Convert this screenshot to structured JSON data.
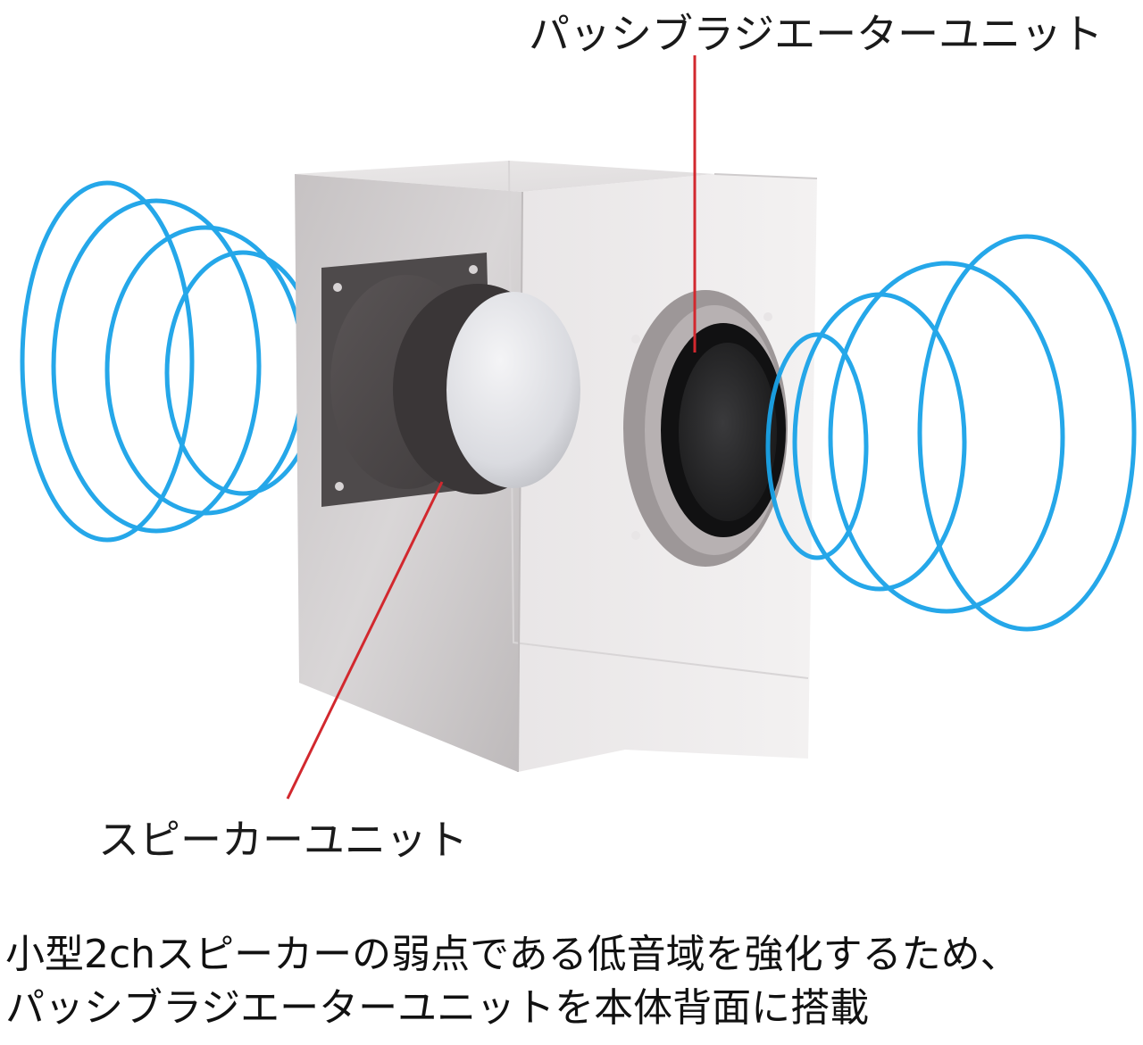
{
  "labels": {
    "passive_radiator": "パッシブラジエーターユニット",
    "speaker_unit": "スピーカーユニット"
  },
  "caption": {
    "line1": "小型2chスピーカーの弱点である低音域を強化するため、",
    "line2": "パッシブラジエーターユニットを本体背面に搭載"
  },
  "colors": {
    "wave": "#1aa3e8",
    "leader_line": "#d2282e",
    "cabinet": "#c9c5c6",
    "background": "#ffffff"
  }
}
